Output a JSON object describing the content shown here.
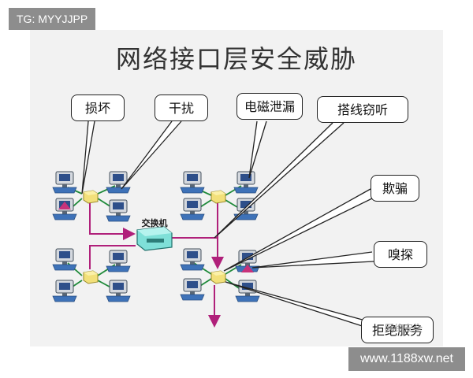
{
  "tag": "TG: MYYJJPP",
  "title": "网络接口层安全威胁",
  "switch_label": "交换机",
  "threats": [
    "损坏",
    "干扰",
    "电磁泄漏",
    "搭线窃听",
    "欺骗",
    "嗅探",
    "拒绝服务"
  ],
  "watermark": "网络安全",
  "site": "www.1188xw.net"
}
